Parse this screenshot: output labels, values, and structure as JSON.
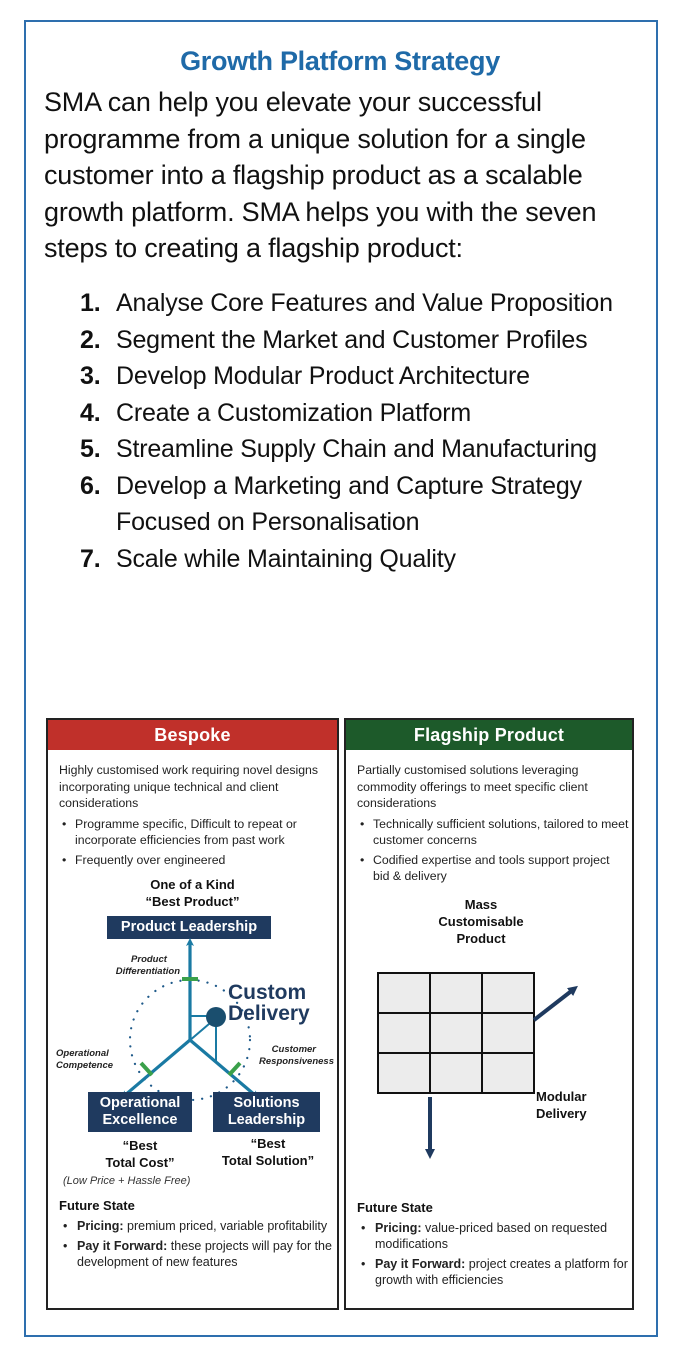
{
  "page": {
    "title": "Growth Platform Strategy",
    "intro": "SMA can help you elevate your successful programme from a unique solution for a single customer into a flagship product as a scalable growth platform. SMA helps you with the seven steps to creating a flagship product:",
    "steps": [
      {
        "num": "1.",
        "text": "Analyse Core Features and Value Proposition"
      },
      {
        "num": "2.",
        "text": "Segment the Market and Customer Profiles"
      },
      {
        "num": "3.",
        "text": "Develop Modular Product Architecture"
      },
      {
        "num": "4.",
        "text": "Create a Customization Platform"
      },
      {
        "num": "5.",
        "text": "Streamline Supply Chain and Manufacturing"
      },
      {
        "num": "6.",
        "text": "Develop a Marketing and Capture Strategy Focused on Personalisation"
      },
      {
        "num": "7.",
        "text": "Scale while Maintaining Quality"
      }
    ]
  },
  "bespoke": {
    "header": "Bespoke",
    "header_color": "#c0302a",
    "description": "Highly customised work requiring novel designs incorporating unique technical and client considerations",
    "bullets": [
      "Programme specific, Difficult to repeat or incorporate efficiencies from past work",
      "Frequently over engineered"
    ],
    "diagram": {
      "top_caption_1": "One of a Kind",
      "top_caption_2": "“Best Product”",
      "top_box": "Product Leadership",
      "center_label_1": "Custom",
      "center_label_2": "Delivery",
      "axis_top_1": "Product",
      "axis_top_2": "Differentiation",
      "axis_left_1": "Operational",
      "axis_left_2": "Competence",
      "axis_right_1": "Customer",
      "axis_right_2": "Responsiveness",
      "left_box_1": "Operational",
      "left_box_2": "Excellence",
      "right_box_1": "Solutions",
      "right_box_2": "Leadership",
      "left_caption_1": "“Best",
      "left_caption_2": "Total Cost”",
      "right_caption_1": "“Best",
      "right_caption_2": "Total Solution”",
      "left_note": "(Low Price + Hassle Free)"
    },
    "future_state": {
      "heading": "Future State",
      "items": [
        {
          "label": "Pricing:",
          "text": " premium priced, variable profitability"
        },
        {
          "label": "Pay it Forward:",
          "text": " these projects will pay for the development of new features"
        }
      ]
    }
  },
  "flagship": {
    "header": "Flagship Product",
    "header_color": "#1d5a2a",
    "description": "Partially customised solutions leveraging commodity offerings to meet specific client considerations",
    "bullets": [
      "Technically sufficient solutions, tailored to meet customer concerns",
      "Codified expertise and tools support project bid & delivery"
    ],
    "diagram": {
      "top_label_1": "Mass",
      "top_label_2": "Customisable",
      "top_label_3": "Product",
      "side_label_1": "Modular",
      "side_label_2": "Delivery",
      "grid_rows": 3,
      "grid_cols": 3
    },
    "future_state": {
      "heading": "Future State",
      "items": [
        {
          "label": "Pricing:",
          "text": " value-priced based on requested modifications"
        },
        {
          "label": "Pay it Forward:",
          "text": " project creates a platform for growth with efficiencies"
        }
      ]
    }
  },
  "colors": {
    "title_blue": "#1f6aa8",
    "frame_blue": "#2e6fae",
    "navy": "#1f3a5f",
    "teal": "#1a7aa3",
    "tick_green": "#3aa04a"
  }
}
